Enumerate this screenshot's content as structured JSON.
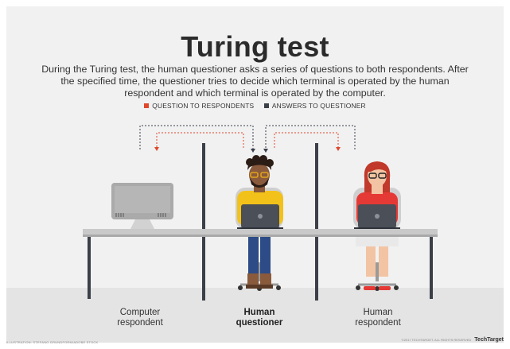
{
  "title": "Turing test",
  "description": "During the Turing test, the human questioner asks a series of questions to both respondents. After the specified time, the questioner tries to decide which terminal is operated by the human respondent and which terminal is operated by the computer.",
  "legend": [
    {
      "label": "QUESTION TO RESPONDENTS",
      "color": "#e0472b"
    },
    {
      "label": "ANSWERS TO QUESTIONER",
      "color": "#3a3f4a"
    }
  ],
  "labels": {
    "computer_line1": "Computer",
    "computer_line2": "respondent",
    "questioner_line1": "Human",
    "questioner_line2": "questioner",
    "respondent_line1": "Human",
    "respondent_line2": "respondent"
  },
  "footer": {
    "credit": "ILLUSTRATION: STEFANO GRUNDFORM/ADOBE STOCK",
    "copyright": "©2017 TECHTARGET. ALL RIGHTS RESERVED",
    "brand": "TechTarget"
  },
  "colors": {
    "background_panel": "#f1f1f1",
    "question_arrow": "#e0472b",
    "answer_arrow": "#3a3f4a",
    "questioner_shirt": "#f2c21b",
    "respondent_shirt": "#e53935",
    "desk": "#c9c9c9"
  },
  "icons": [
    "computer-monitor-icon",
    "laptop-icon",
    "office-chair-icon"
  ]
}
